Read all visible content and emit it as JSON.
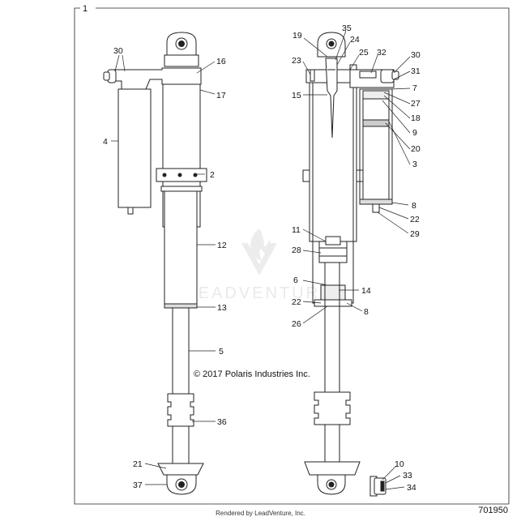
{
  "diagram": {
    "frame_label": "1",
    "copyright": "© 2017 Polaris Industries Inc.",
    "watermark": "LEADVENTURE",
    "footer_credit": "Rendered by LeadVenture, Inc.",
    "figure_id": "701950",
    "callouts": {
      "c30a": "30",
      "c16": "16",
      "c17": "17",
      "c4": "4",
      "c2": "2",
      "c12": "12",
      "c13": "13",
      "c5": "5",
      "c36": "36",
      "c21": "21",
      "c37": "37",
      "c19": "19",
      "c35": "35",
      "c24": "24",
      "c25": "25",
      "c23": "23",
      "c32": "32",
      "c30b": "30",
      "c31": "31",
      "c7": "7",
      "c15": "15",
      "c27": "27",
      "c18": "18",
      "c9": "9",
      "c20": "20",
      "c3": "3",
      "c8a": "8",
      "c22a": "22",
      "c29": "29",
      "c11": "11",
      "c28": "28",
      "c6": "6",
      "c14": "14",
      "c22b": "22",
      "c8b": "8",
      "c26": "26",
      "c10": "10",
      "c33": "33",
      "c34": "34"
    }
  }
}
